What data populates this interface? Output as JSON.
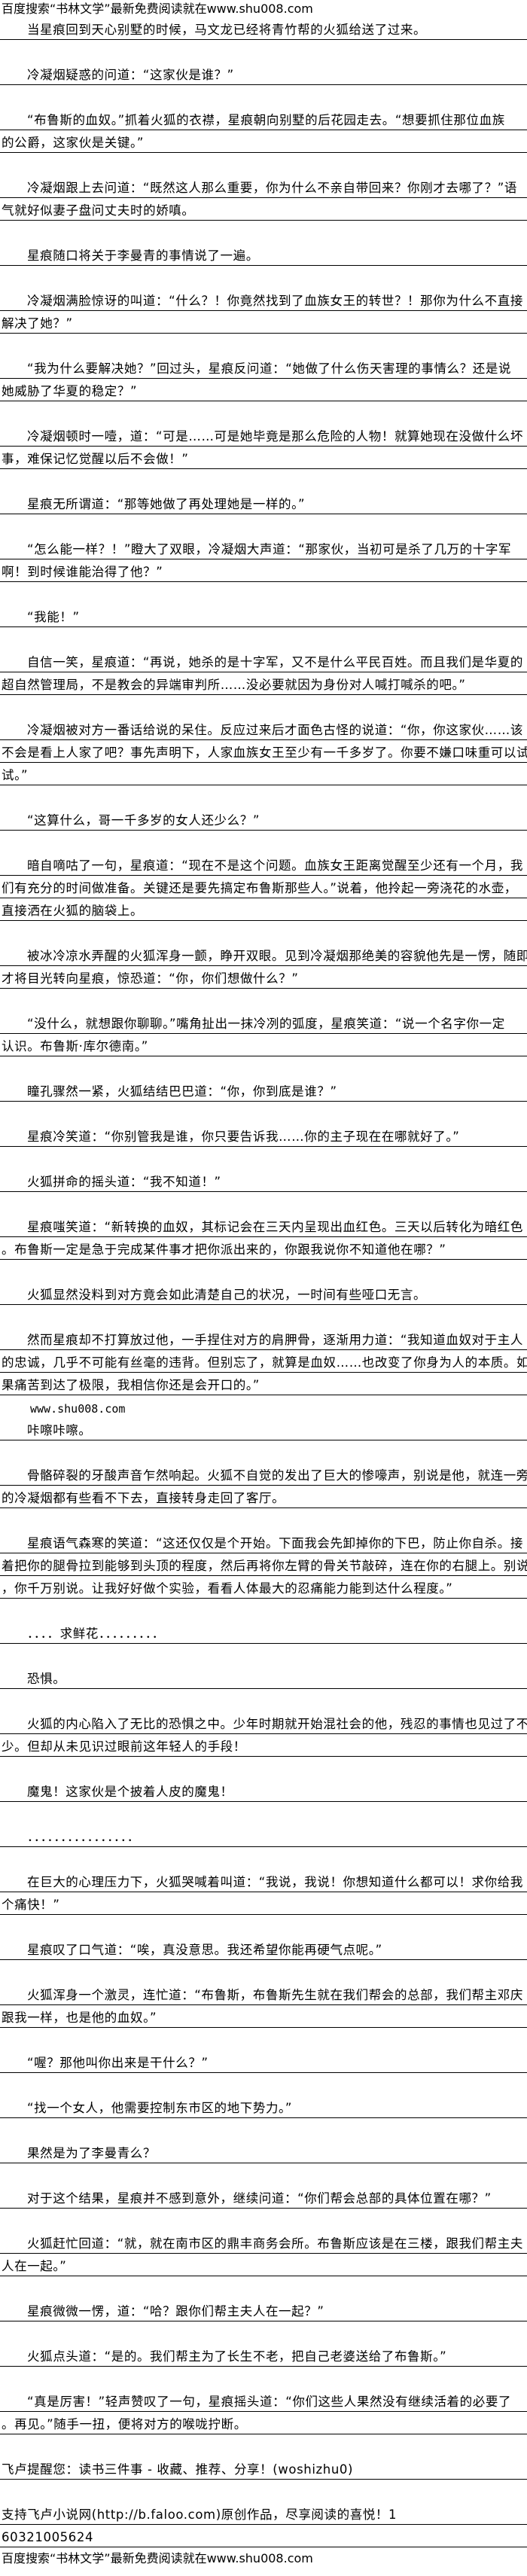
{
  "header": {
    "text": "百度搜索“书林文学”最新免费阅读就在www.shu008.com"
  },
  "blocks": [
    {
      "lines": [
        "当星痕回到天心别墅的时候，马文龙已经将青竹帮的火狐给送了过来。"
      ],
      "indent": true,
      "nogap": true
    },
    {
      "lines": [
        "冷凝烟疑惑的问道：“这家伙是谁？”"
      ],
      "indent": true
    },
    {
      "lines": [
        "“布鲁斯的血奴。”抓着火狐的衣襟，星痕朝向别墅的后花园走去。“想要抓住那位血族",
        "的公爵，这家伙是关键。”"
      ],
      "indent": true
    },
    {
      "lines": [
        "冷凝烟跟上去问道：“既然这人那么重要，你为什么不亲自带回来？你刚才去哪了？”语",
        "气就好似妻子盘问丈夫时的娇嗔。"
      ],
      "indent": true
    },
    {
      "lines": [
        "星痕随口将关于李曼青的事情说了一遍。"
      ],
      "indent": true
    },
    {
      "lines": [
        "冷凝烟满脸惊讶的叫道：“什么？！你竟然找到了血族女王的转世？！那你为什么不直接",
        "解决了她？”"
      ],
      "indent": true
    },
    {
      "lines": [
        "“我为什么要解决她？”回过头，星痕反问道：“她做了什么伤天害理的事情么？还是说",
        "她威胁了华夏的稳定？”"
      ],
      "indent": true
    },
    {
      "lines": [
        "冷凝烟顿时一噎，道：“可是……可是她毕竟是那么危险的人物！就算她现在没做什么坏",
        "事，难保记忆觉醒以后不会做！”"
      ],
      "indent": true
    },
    {
      "lines": [
        "星痕无所谓道：“那等她做了再处理她是一样的。”"
      ],
      "indent": true
    },
    {
      "lines": [
        "“怎么能一样？！”瞪大了双眼，冷凝烟大声道：“那家伙，当初可是杀了几万的十字军",
        "啊！到时候谁能治得了他？”"
      ],
      "indent": true
    },
    {
      "lines": [
        "“我能！”"
      ],
      "indent": true
    },
    {
      "lines": [
        "自信一笑，星痕道：“再说，她杀的是十字军，又不是什么平民百姓。而且我们是华夏的",
        "超自然管理局，不是教会的异端审判所……没必要就因为身份对人喊打喊杀的吧。”"
      ],
      "indent": true
    },
    {
      "lines": [
        "冷凝烟被对方一番话给说的呆住。反应过来后才面色古怪的说道：“你，你这家伙……该",
        "不会是看上人家了吧？事先声明下，人家血族女王至少有一千多岁了。你要不嫌口味重可以试",
        "试。”"
      ],
      "indent": true
    },
    {
      "lines": [
        "“这算什么，哥一千多岁的女人还少么？”"
      ],
      "indent": true
    },
    {
      "lines": [
        "暗自嘀咕了一句，星痕道：“现在不是这个问题。血族女王距离觉醒至少还有一个月，我",
        "们有充分的时间做准备。关键还是要先搞定布鲁斯那些人。”说着，他拎起一旁浇花的水壶，",
        "直接洒在火狐的脑袋上。"
      ],
      "indent": true
    },
    {
      "lines": [
        "被冰冷凉水弄醒的火狐浑身一颤，睁开双眼。见到冷凝烟那绝美的容貌他先是一愣，随即",
        "才将目光转向星痕，惊恐道：“你，你们想做什么？”"
      ],
      "indent": true
    },
    {
      "lines": [
        "“没什么，就想跟你聊聊。”嘴角扯出一抹冷冽的弧度，星痕笑道：“说一个名字你一定",
        "认识。布鲁斯·库尔德南。”"
      ],
      "indent": true
    },
    {
      "lines": [
        "瞳孔骤然一紧，火狐结结巴巴道：“你，你到底是谁？”"
      ],
      "indent": true
    },
    {
      "lines": [
        "星痕冷笑道：“你别管我是谁，你只要告诉我……你的主子现在在哪就好了。”"
      ],
      "indent": true
    },
    {
      "lines": [
        "火狐拼命的摇头道：“我不知道！”"
      ],
      "indent": true
    },
    {
      "lines": [
        "星痕嗤笑道：“新转换的血奴，其标记会在三天内呈现出血红色。三天以后转化为暗红色",
        "。布鲁斯一定是急于完成某件事才把你派出来的，你跟我说你不知道他在哪？”"
      ],
      "indent": true
    },
    {
      "lines": [
        "火狐显然没料到对方竟会如此清楚自己的状况，一时间有些哑口无言。"
      ],
      "indent": true
    },
    {
      "lines": [
        "然而星痕却不打算放过他，一手捏住对方的肩胛骨，逐渐用力道：“我知道血奴对于主人",
        "的忠诚，几乎不可能有丝毫的违背。但别忘了，就算是血奴……也改变了你身为人的本质。如",
        "果痛苦到达了极限，我相信你还是会开口的。”"
      ],
      "indent": true
    },
    {
      "plain": "www.shu008.com",
      "nogap": true
    },
    {
      "lines": [
        "咔嚓咔嚓。"
      ],
      "indent": true,
      "nogap": true
    },
    {
      "lines": [
        "骨骼碎裂的牙酸声音乍然响起。火狐不自觉的发出了巨大的惨嚎声，别说是他，就连一旁",
        "的冷凝烟都有些看不下去，直接转身走回了客厅。"
      ],
      "indent": true
    },
    {
      "lines": [
        "星痕语气森寒的笑道：“这还仅仅是个开始。下面我会先卸掉你的下巴，防止你自杀。接",
        "着把你的腿骨拉到能够到头顶的程度，然后再将你左臂的骨关节敲碎，连在你的右腿上。别说",
        "，你千万别说。让我好好做个实验，看看人体最大的忍痛能力能到达什么程度。”"
      ],
      "indent": true
    },
    {
      "lines": [
        "．．．．求鲜花．．．．．．．．．"
      ],
      "indent": true
    },
    {
      "lines": [
        "恐惧。"
      ],
      "indent": true
    },
    {
      "lines": [
        "火狐的内心陷入了无比的恐惧之中。少年时期就开始混社会的他，残忍的事情也见过了不",
        "少。但却从未见识过眼前这年轻人的手段！"
      ],
      "indent": true
    },
    {
      "lines": [
        "魔鬼！这家伙是个披着人皮的魔鬼！"
      ],
      "indent": true
    },
    {
      "lines": [
        "．．．．．．．．．．．．．．．．"
      ],
      "indent": true
    },
    {
      "lines": [
        "在巨大的心理压力下，火狐哭喊着叫道：“我说，我说！你想知道什么都可以！求你给我",
        "个痛快！”"
      ],
      "indent": true
    },
    {
      "lines": [
        "星痕叹了口气道：“唉，真没意思。我还希望你能再硬气点呢。”"
      ],
      "indent": true
    },
    {
      "lines": [
        "火狐浑身一个激灵，连忙道：“布鲁斯，布鲁斯先生就在我们帮会的总部，我们帮主邓庆",
        "跟我一样，也是他的血奴。”"
      ],
      "indent": true
    },
    {
      "lines": [
        "“喔？那他叫你出来是干什么？”"
      ],
      "indent": true
    },
    {
      "lines": [
        "“找一个女人，他需要控制东市区的地下势力。”"
      ],
      "indent": true
    },
    {
      "lines": [
        "果然是为了李曼青么？"
      ],
      "indent": true
    },
    {
      "lines": [
        "对于这个结果，星痕并不感到意外，继续问道：“你们帮会总部的具体位置在哪？”"
      ],
      "indent": true
    },
    {
      "lines": [
        "火狐赶忙回道：“就，就在南市区的鼎丰商务会所。布鲁斯应该是在三楼，跟我们帮主夫",
        "人在一起。”"
      ],
      "indent": true
    },
    {
      "lines": [
        "星痕微微一愣，道：“哈？跟你们帮主夫人在一起？”"
      ],
      "indent": true
    },
    {
      "lines": [
        "火狐点头道：“是的。我们帮主为了长生不老，把自己老婆送给了布鲁斯。”"
      ],
      "indent": true
    },
    {
      "lines": [
        "“真是厉害！”轻声赞叹了一句，星痕摇头道：“你们这些人果然没有继续活着的必要了",
        "。再见。”随手一扭，便将对方的喉咙拧断。"
      ],
      "indent": true
    },
    {
      "lines": [
        "飞卢提醒您：读书三件事 - 收藏、推荐、分享！(woshizhu0)"
      ]
    },
    {
      "lines": [
        "支持飞卢小说网(http://b.faloo.com)原创作品，尽享阅读的喜悦！1",
        "60321005624"
      ]
    }
  ],
  "footer": {
    "text": "百度搜索“书林文学”最新免费阅读就在www.shu008.com"
  }
}
